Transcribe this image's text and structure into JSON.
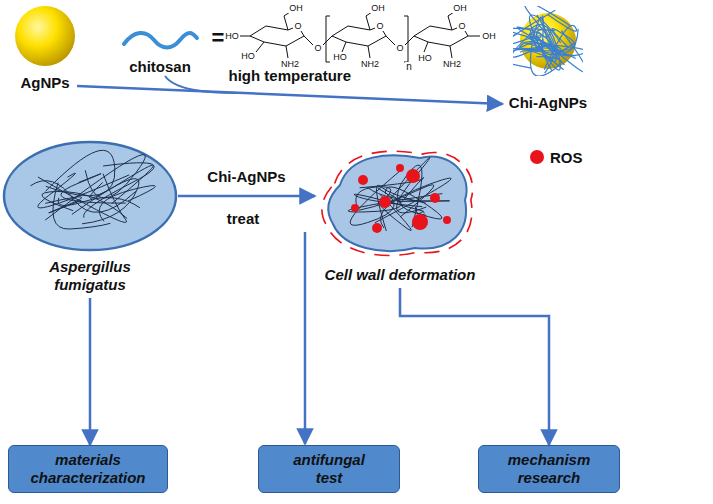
{
  "diagram": {
    "nodes": [
      {
        "text": [
          "AgNPs"
        ]
      },
      {
        "text": [
          "Chi-AgNPs"
        ]
      },
      {
        "text": [
          "Aspergillus fumigatus"
        ]
      },
      {
        "text": [
          "Cell wall deformation"
        ]
      },
      {
        "text": [
          "materials characterization"
        ]
      },
      {
        "text": [
          "antifungal test"
        ]
      },
      {
        "text": [
          "mechanism research"
        ]
      }
    ],
    "edges": [
      {
        "from": 0,
        "to": 1,
        "arrow": "to",
        "label": "high temperature"
      },
      {
        "from": 2,
        "to": 3,
        "arrow": "to",
        "label": "Chi-AgNPs"
      },
      {
        "from": 2,
        "to": 4,
        "arrow": "to"
      },
      {
        "from": 3,
        "to": 6,
        "arrow": "to"
      }
    ],
    "labels": [
      "chitosan",
      "=",
      "OH",
      "HO",
      "HO",
      "O",
      "NH2",
      "O",
      "OH",
      "HO",
      "O",
      "NH2",
      "O",
      "n",
      "OH",
      "HO",
      "O",
      "OH",
      "NH2",
      "treat"
    ],
    "legend": [
      {
        "text": "ROS",
        "color": "#e8141b"
      }
    ]
  }
}
